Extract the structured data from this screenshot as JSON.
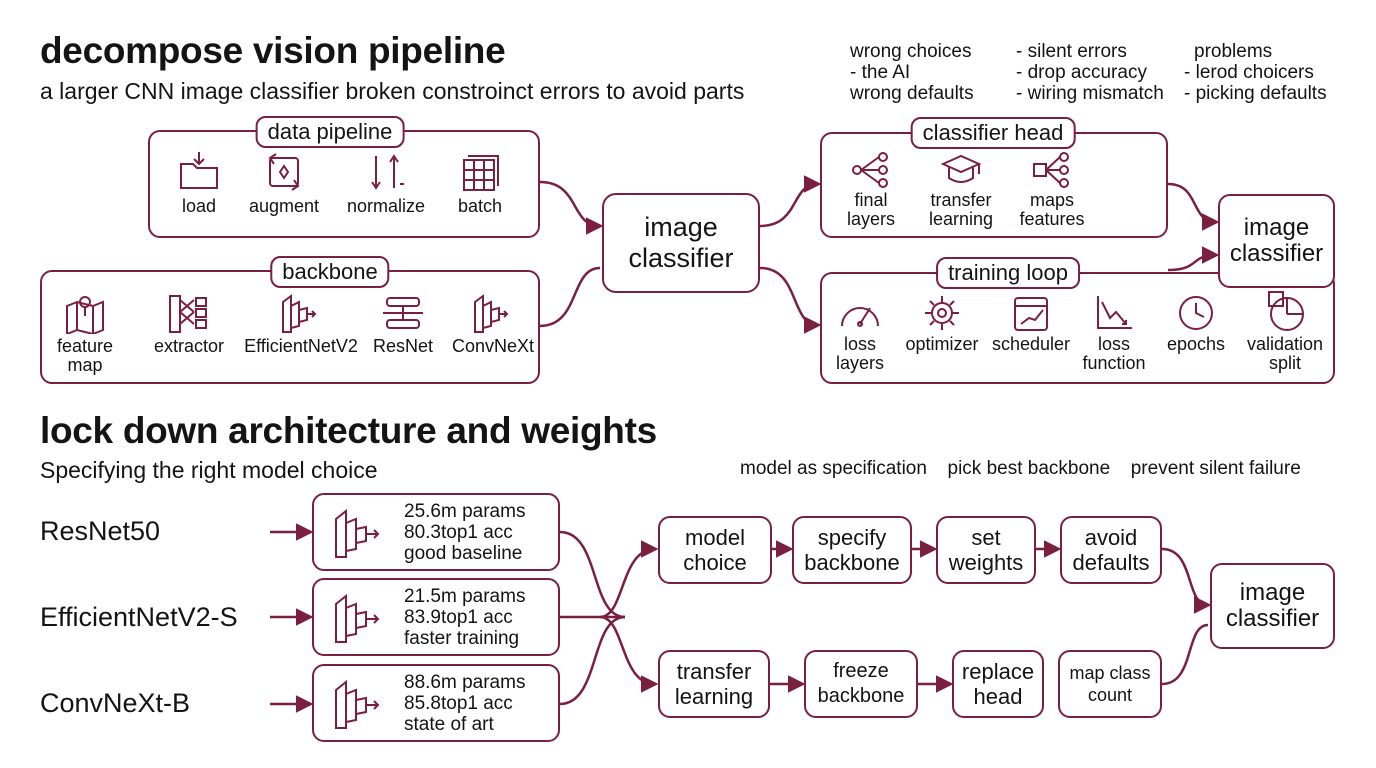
{
  "top": {
    "title": "decompose vision pipeline",
    "subtitle": "a larger CNN image classifier broken constroinct errors to avoid parts",
    "notes": [
      [
        "wrong choices",
        "- the AI",
        "wrong defaults"
      ],
      [
        "- silent errors",
        "- drop accuracy",
        "- wiring mismatch"
      ],
      [
        "problems",
        "- lerod choicers",
        "- picking defaults"
      ]
    ]
  },
  "data_pipeline": {
    "title": "data pipeline",
    "items": [
      {
        "label": "load",
        "icon": "folder-icon"
      },
      {
        "label": "augment",
        "icon": "augment-icon"
      },
      {
        "label": "normalize",
        "icon": "normalize-icon"
      },
      {
        "label": "batch",
        "icon": "grid-icon"
      }
    ]
  },
  "backbone": {
    "title": "backbone",
    "items": [
      {
        "lines": [
          "feature",
          "map"
        ],
        "icon": "map-pin-icon"
      },
      {
        "lines": [
          "extractor"
        ],
        "icon": "extractor-icon"
      },
      {
        "lines": [
          "EfficientNetV2"
        ],
        "icon": "layers-icon"
      },
      {
        "lines": [
          "ResNet"
        ],
        "icon": "resnet-icon"
      },
      {
        "lines": [
          "ConvNeXt"
        ],
        "icon": "layers-icon"
      }
    ]
  },
  "center": {
    "lines": [
      "image",
      "classifier"
    ]
  },
  "classifier_head": {
    "title": "classifier head",
    "items": [
      {
        "lines": [
          "final",
          "layers"
        ],
        "icon": "network-icon"
      },
      {
        "lines": [
          "transfer",
          "learning"
        ],
        "icon": "graduation-cap-icon"
      },
      {
        "lines": [
          "maps",
          "features"
        ],
        "icon": "nodes-icon"
      }
    ]
  },
  "training_loop": {
    "title": "training loop",
    "items": [
      {
        "lines": [
          "loss",
          "layers"
        ],
        "icon": "gauge-icon"
      },
      {
        "lines": [
          "optimizer"
        ],
        "icon": "gear-icon"
      },
      {
        "lines": [
          "scheduler"
        ],
        "icon": "calendar-icon"
      },
      {
        "lines": [
          "loss",
          "function"
        ],
        "icon": "chart-down-icon"
      },
      {
        "lines": [
          "epochs"
        ],
        "icon": "clock-icon"
      },
      {
        "lines": [
          "validation",
          "split"
        ],
        "icon": "pie-icon"
      }
    ]
  },
  "right_output": {
    "lines": [
      "image",
      "classifier"
    ]
  },
  "bottom": {
    "title": "lock down architecture and weights",
    "subtitle": "Specifying the right model choice",
    "tags": [
      "model as specification",
      "pick best backbone",
      "prevent silent failure"
    ]
  },
  "models": [
    {
      "name": "ResNet50",
      "specs": [
        "25.6m params",
        "80.3top1 acc",
        "good baseline"
      ]
    },
    {
      "name": "EfficientNetV2-S",
      "specs": [
        "21.5m params",
        "83.9top1 acc",
        "faster training"
      ]
    },
    {
      "name": "ConvNeXt-B",
      "specs": [
        "88.6m params",
        "85.8top1 acc",
        "state of art"
      ]
    }
  ],
  "flow_top": [
    [
      "model",
      "choice"
    ],
    [
      "specify",
      "backbone"
    ],
    [
      "set",
      "weights"
    ],
    [
      "avoid",
      "defaults"
    ]
  ],
  "flow_bottom": [
    [
      "transfer",
      "learning"
    ],
    [
      "freeze",
      "backbone"
    ],
    [
      "replace",
      "head"
    ],
    [
      "map class",
      "count"
    ]
  ],
  "final_output": {
    "lines": [
      "image",
      "classifier"
    ]
  },
  "colors": {
    "accent": "#7a1f3d",
    "text": "#141414",
    "background": "#ffffff"
  }
}
